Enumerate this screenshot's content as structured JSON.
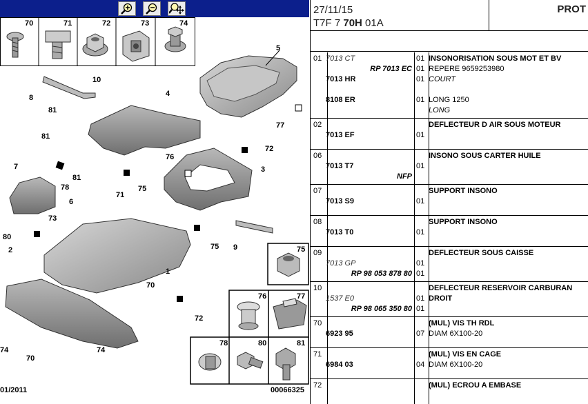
{
  "toolbar": {
    "buttons": [
      {
        "icon": "zoom-in-icon"
      },
      {
        "icon": "zoom-out-icon"
      },
      {
        "icon": "zoom-pan-icon"
      }
    ]
  },
  "diagram": {
    "footer_left": "01/2011",
    "footer_right": "00066325",
    "inset_labels": [
      "70",
      "71",
      "72",
      "73",
      "74"
    ],
    "detail_labels": [
      "75",
      "76",
      "77",
      "78",
      "80",
      "81"
    ],
    "callouts": [
      "1",
      "2",
      "3",
      "4",
      "5",
      "6",
      "7",
      "8",
      "9",
      "10",
      "70",
      "71",
      "72",
      "73",
      "74",
      "75",
      "76",
      "77",
      "78",
      "80",
      "81"
    ]
  },
  "header": {
    "date": "27/11/15",
    "code_prefix": "T7F 7 ",
    "code_bold": "70H",
    "code_suffix": " 01A",
    "title": "PROT"
  },
  "rows": [
    {
      "num": "01",
      "lines": [
        {
          "ref": "7013 CT",
          "ref_style": "it",
          "alt": "",
          "qty": "01",
          "desc": "INSONORISATION SOUS MOT ET BV",
          "desc_style": "bold"
        },
        {
          "ref": "",
          "alt": "RP 7013 EC",
          "qty": "01",
          "desc": "REPERE 9659253980",
          "desc_style": ""
        },
        {
          "ref": "7013 HR",
          "ref_style": "bold",
          "alt": "",
          "qty": "01",
          "desc": "COURT",
          "desc_style": "it"
        },
        {
          "ref": "",
          "alt": "",
          "qty": "",
          "desc": "",
          "desc_style": ""
        },
        {
          "ref": "8108 ER",
          "ref_style": "bold",
          "alt": "",
          "qty": "01",
          "desc": "LONG 1250",
          "desc_style": ""
        },
        {
          "ref": "",
          "alt": "",
          "qty": "",
          "desc": "LONG",
          "desc_style": "it"
        }
      ]
    },
    {
      "num": "02",
      "lines": [
        {
          "ref": "",
          "alt": "",
          "qty": "",
          "desc": "DEFLECTEUR D AIR SOUS MOTEUR",
          "desc_style": "bold"
        },
        {
          "ref": "7013 EF",
          "ref_style": "bold",
          "alt": "",
          "qty": "01",
          "desc": "",
          "desc_style": ""
        }
      ]
    },
    {
      "num": "06",
      "lines": [
        {
          "ref": "",
          "alt": "",
          "qty": "",
          "desc": "INSONO SOUS CARTER HUILE",
          "desc_style": "bold"
        },
        {
          "ref": "7013 T7",
          "ref_style": "bold",
          "alt": "",
          "qty": "01",
          "desc": "",
          "desc_style": ""
        },
        {
          "ref": "",
          "alt": "NFP",
          "qty": "",
          "desc": "",
          "desc_style": ""
        }
      ]
    },
    {
      "num": "07",
      "lines": [
        {
          "ref": "",
          "alt": "",
          "qty": "",
          "desc": "SUPPORT INSONO",
          "desc_style": "bold"
        },
        {
          "ref": "7013 S9",
          "ref_style": "bold",
          "alt": "",
          "qty": "01",
          "desc": "",
          "desc_style": ""
        }
      ]
    },
    {
      "num": "08",
      "lines": [
        {
          "ref": "",
          "alt": "",
          "qty": "",
          "desc": "SUPPORT INSONO",
          "desc_style": "bold"
        },
        {
          "ref": "7013 T0",
          "ref_style": "bold",
          "alt": "",
          "qty": "01",
          "desc": "",
          "desc_style": ""
        }
      ]
    },
    {
      "num": "09",
      "lines": [
        {
          "ref": "",
          "alt": "",
          "qty": "",
          "desc": "DEFLECTEUR SOUS CAISSE",
          "desc_style": "bold"
        },
        {
          "ref": "7013 GP",
          "ref_style": "it",
          "alt": "",
          "qty": "01",
          "desc": "",
          "desc_style": ""
        },
        {
          "ref": "",
          "alt": "RP 98 053 878 80",
          "qty": "01",
          "desc": "",
          "desc_style": ""
        }
      ]
    },
    {
      "num": "10",
      "lines": [
        {
          "ref": "",
          "alt": "",
          "qty": "",
          "desc": "DEFLECTEUR RESERVOIR CARBURAN",
          "desc_style": "bold"
        },
        {
          "ref": "1537 E0",
          "ref_style": "it",
          "alt": "",
          "qty": "01",
          "desc": "DROIT",
          "desc_style": "bold"
        },
        {
          "ref": "",
          "alt": "RP 98 065 350 80",
          "qty": "01",
          "desc": "",
          "desc_style": ""
        }
      ]
    },
    {
      "num": "70",
      "lines": [
        {
          "ref": "",
          "alt": "",
          "qty": "",
          "desc": "(MUL) VIS TH RDL",
          "desc_style": "bold"
        },
        {
          "ref": "6923 95",
          "ref_style": "bold",
          "alt": "",
          "qty": "07",
          "desc": "DIAM 6X100-20",
          "desc_style": ""
        }
      ]
    },
    {
      "num": "71",
      "lines": [
        {
          "ref": "",
          "alt": "",
          "qty": "",
          "desc": "(MUL) VIS EN CAGE",
          "desc_style": "bold"
        },
        {
          "ref": "6984 03",
          "ref_style": "bold",
          "alt": "",
          "qty": "04",
          "desc": "DIAM 6X100-20",
          "desc_style": ""
        }
      ]
    },
    {
      "num": "72",
      "lines": [
        {
          "ref": "",
          "alt": "",
          "qty": "",
          "desc": "(MUL) ECROU A EMBASE",
          "desc_style": "bold"
        }
      ]
    }
  ]
}
